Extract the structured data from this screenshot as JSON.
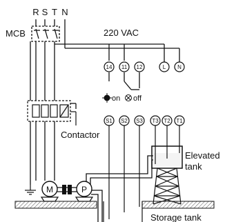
{
  "diagram": {
    "phase_labels": [
      "R",
      "S",
      "T",
      "N"
    ],
    "mcb_label": "MCB",
    "supply_label": "220 VAC",
    "relay_terminals": [
      "14",
      "11",
      "12"
    ],
    "supply_terminals": [
      "L",
      "N"
    ],
    "on_label": "on",
    "off_label": "off",
    "contactor_label": "Contactor",
    "sensor_terminals": [
      "S1",
      "S2",
      "S3",
      "T3",
      "T2",
      "T1"
    ],
    "elevated_tank_label_1": "Elevated",
    "elevated_tank_label_2": "tank",
    "storage_tank_label": "Storage tank",
    "motor_label": "M",
    "pump_label": "P"
  },
  "colors": {
    "line": "#111111",
    "fill_light": "#f4f4f4",
    "ground_hatch": "#555555"
  },
  "icons": [
    "indicator-lamp-on-icon",
    "indicator-lamp-off-icon",
    "ground-icon"
  ]
}
